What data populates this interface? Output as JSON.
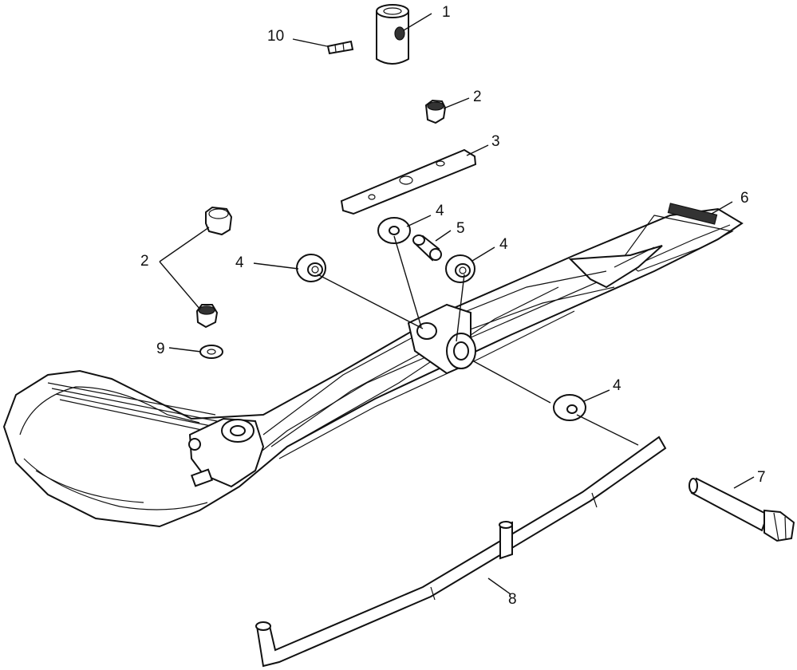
{
  "callouts": {
    "c1": "1",
    "c2a": "2",
    "c2b": "2",
    "c3": "3",
    "c4a": "4",
    "c4b": "4",
    "c4c": "4",
    "c4d": "4",
    "c5": "5",
    "c6": "6",
    "c7": "7",
    "c8": "8",
    "c9": "9",
    "c10": "10"
  }
}
